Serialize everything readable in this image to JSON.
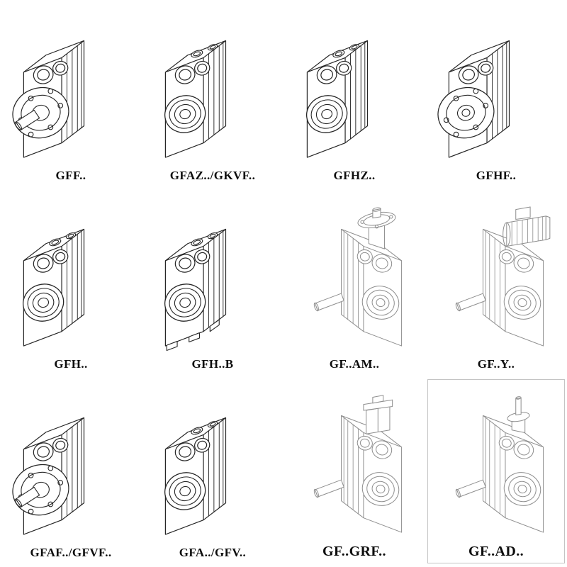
{
  "page": {
    "background": "#ffffff",
    "line_ink": "#262626",
    "faint_line_ink": "#8f8f8f"
  },
  "catalog": {
    "description": "gear-reducer-model-overview-grid",
    "items": [
      {
        "label": "GFF..",
        "drawing": "flange-mounted-gear-unit-with-output-shaft"
      },
      {
        "label": "GFAZ../GKVF..",
        "drawing": "hollow-shaft-gear-unit"
      },
      {
        "label": "GFHZ..",
        "drawing": "hollow-shaft-gear-unit"
      },
      {
        "label": "GFHF..",
        "drawing": "flange-mounted-gear-unit"
      },
      {
        "label": "GFH..",
        "drawing": "hollow-shaft-gear-unit"
      },
      {
        "label": "GFH..B",
        "drawing": "hollow-shaft-gear-unit-with-foot"
      },
      {
        "label": "GF..AM..",
        "drawing": "gear-unit-with-input-flange-adapter"
      },
      {
        "label": "GF..Y..",
        "drawing": "gear-unit-with-mounted-motor"
      },
      {
        "label": "GFAF../GFVF..",
        "drawing": "flange-mounted-gear-unit-with-output-shaft"
      },
      {
        "label": "GFA../GFV..",
        "drawing": "hollow-shaft-gear-unit"
      },
      {
        "label": "GF..GRF..",
        "drawing": "gear-unit-with-adapter-box"
      },
      {
        "label": "GF..AD..",
        "drawing": "gear-unit-with-input-shaft-adapter"
      }
    ]
  }
}
